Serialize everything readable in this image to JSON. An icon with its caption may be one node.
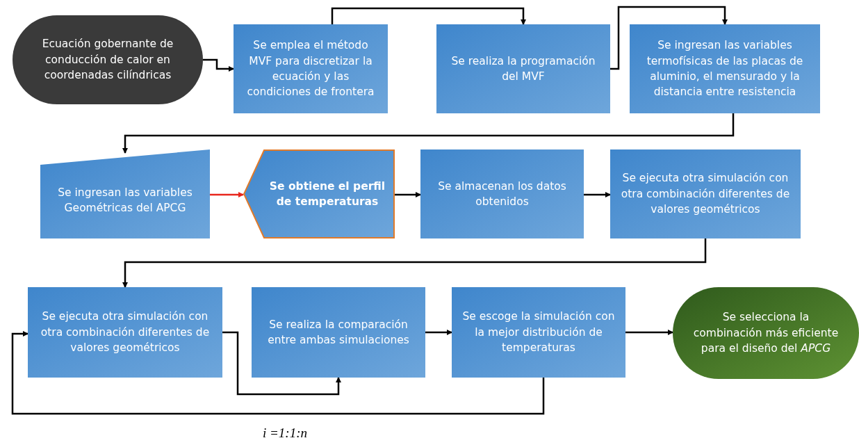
{
  "diagram": {
    "nodes": [
      {
        "text": [
          "Ecuación gobernante de conducción de calor en coordenadas cilíndricas"
        ]
      },
      {
        "text": [
          "Se emplea el método MVF para discretizar la ecuación y las condiciones de frontera"
        ]
      },
      {
        "text": [
          "Se realiza la programación del MVF"
        ]
      },
      {
        "text": [
          "Se ingresan las variables termofísicas de las placas de aluminio, el mensurado y la distancia entre resistencia"
        ]
      },
      {
        "text": [
          "Se ingresan las variables Geométricas del APCG"
        ]
      },
      {
        "text": [
          "Se obtiene el perfil de temperaturas"
        ]
      },
      {
        "text": [
          "Se almacenan los datos obtenidos"
        ]
      },
      {
        "text": [
          "Se ejecuta otra simulación con otra combinación diferentes de valores geométricos"
        ]
      },
      {
        "text": [
          "Se ejecuta otra simulación con otra combinación diferentes de valores geométricos"
        ]
      },
      {
        "text": [
          "Se realiza la comparación entre ambas simulaciones"
        ]
      },
      {
        "text": [
          "Se escoge la simulación con la mejor distribución de temperaturas"
        ]
      },
      {
        "text": [
          "Se selecciona la combinación más eficiente para el diseño del *APCG*"
        ]
      }
    ],
    "edges": [
      {
        "from": 0,
        "to": 1,
        "arrow": "to"
      },
      {
        "from": 1,
        "to": 2,
        "arrow": "to"
      },
      {
        "from": 2,
        "to": 3,
        "arrow": "to"
      },
      {
        "from": 3,
        "to": 4,
        "arrow": "to"
      },
      {
        "from": 4,
        "to": 5,
        "arrow": "to",
        "color": "#e8261c"
      },
      {
        "from": 5,
        "to": 6,
        "arrow": "to"
      },
      {
        "from": 6,
        "to": 7,
        "arrow": "to"
      },
      {
        "from": 7,
        "to": 8,
        "arrow": "to"
      },
      {
        "from": 8,
        "to": 9,
        "arrow": "to"
      },
      {
        "from": 9,
        "to": 10,
        "arrow": "to"
      },
      {
        "from": 10,
        "to": 11,
        "arrow": "to"
      },
      {
        "from": 10,
        "to": 8,
        "arrow": "to"
      }
    ],
    "labels": [
      "i =1:1:n"
    ]
  }
}
